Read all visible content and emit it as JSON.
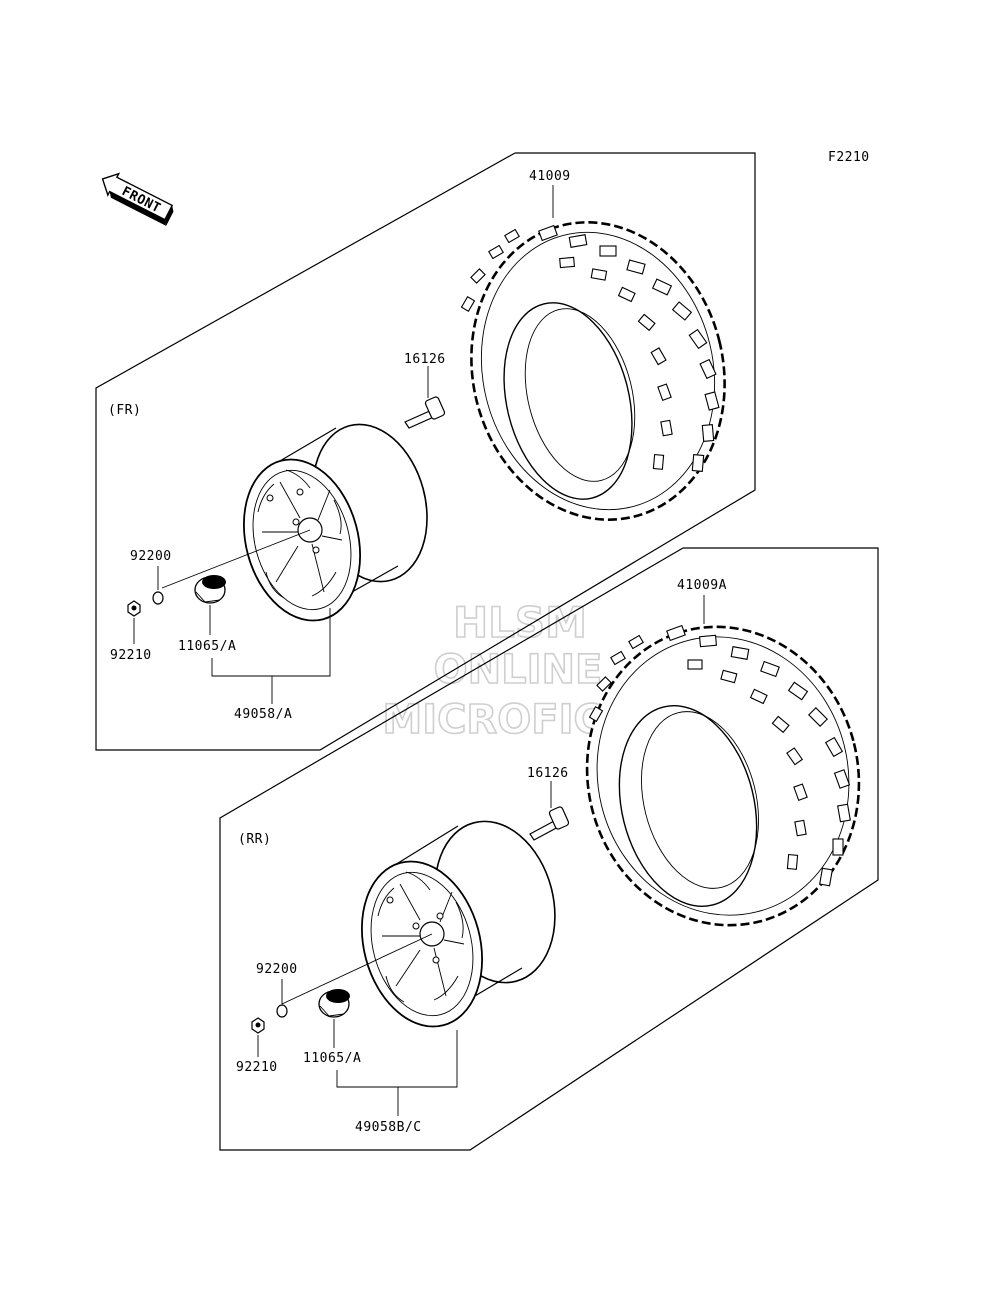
{
  "figure_code": "F2210",
  "front_label": "FRONT",
  "watermark": [
    "HLSM",
    "ONLINE",
    "MICROFICHE"
  ],
  "front_section": {
    "title": "(FR)",
    "tire": "41009",
    "valve": "16126",
    "washer": "92200",
    "nut": "92210",
    "cap": "11065/A",
    "wheel": "49058/A"
  },
  "rear_section": {
    "title": "(RR)",
    "tire": "41009A",
    "valve": "16126",
    "washer": "92200",
    "nut": "92210",
    "cap": "11065/A",
    "wheel": "49058B/C"
  }
}
